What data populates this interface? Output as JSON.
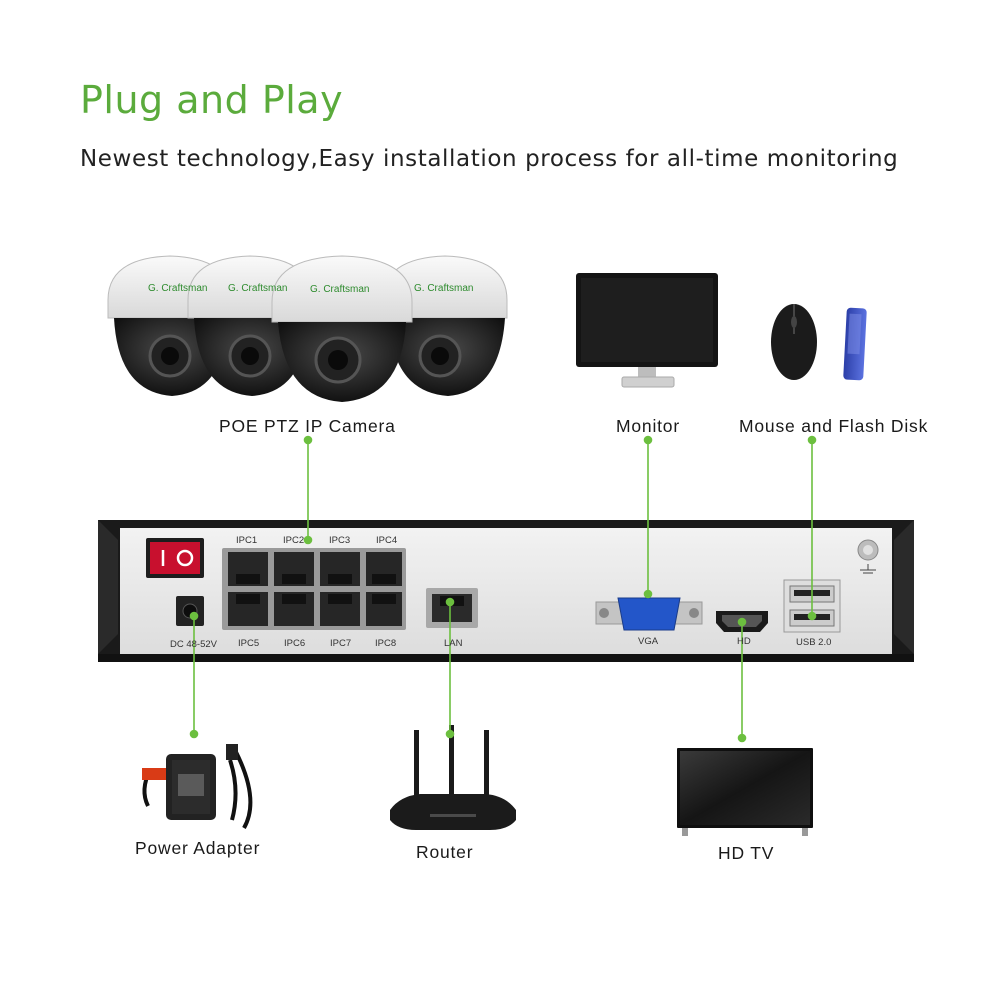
{
  "header": {
    "title": "Plug and Play",
    "subtitle": "Newest technology,Easy installation process for all-time monitoring"
  },
  "colors": {
    "accent": "#5bab3c",
    "line": "#6cbf3f",
    "nvr_body": "#ececec"
  },
  "devices": {
    "cameras": {
      "label": "POE PTZ IP Camera",
      "brand": "G. Craftsman",
      "count": 4
    },
    "monitor": {
      "label": "Monitor"
    },
    "mouse_flash": {
      "label": "Mouse and Flash Disk"
    },
    "power_adapter": {
      "label": "Power Adapter"
    },
    "router": {
      "label": "Router"
    },
    "hdtv": {
      "label": "HD TV"
    }
  },
  "nvr": {
    "power_label": "DC 48-52V",
    "ipc_ports_top": [
      "IPC1",
      "IPC2",
      "IPC3",
      "IPC4"
    ],
    "ipc_ports_bottom": [
      "IPC5",
      "IPC6",
      "IPC7",
      "IPC8"
    ],
    "lan": "LAN",
    "vga": "VGA",
    "hd": "HD",
    "usb": "USB 2.0"
  }
}
